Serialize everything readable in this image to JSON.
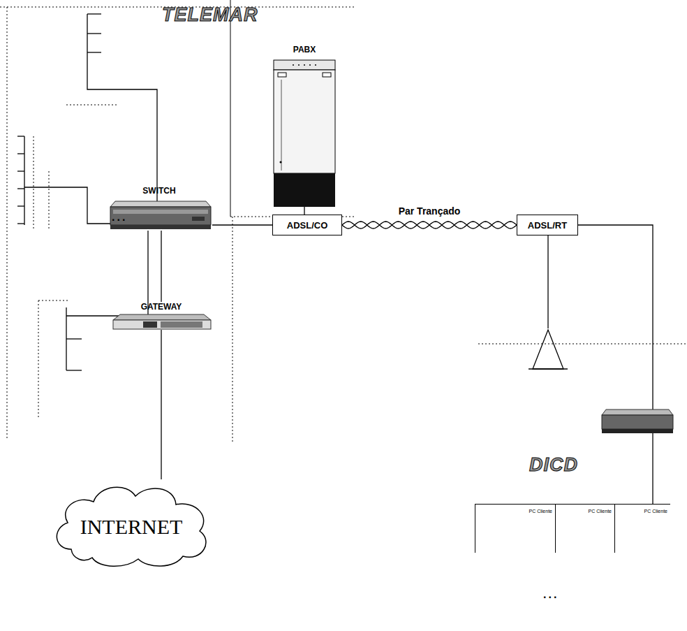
{
  "diagram": {
    "nodes": [
      {
        "text": [
          "PABX"
        ]
      },
      {
        "text": [
          "SWITCH"
        ]
      },
      {
        "text": [
          "GATEWAY"
        ]
      },
      {
        "text": [
          "INTERNET"
        ]
      },
      {
        "text": [
          "ADSL/CO"
        ]
      },
      {
        "text": [
          "ADSL/RT"
        ]
      },
      {
        "text": [
          "PC Cliente"
        ]
      },
      {
        "text": [
          "PC Cliente"
        ]
      },
      {
        "text": [
          "PC Cliente"
        ]
      }
    ],
    "edges": [
      {
        "from": 0,
        "to": 4,
        "arrow": "none"
      },
      {
        "from": 1,
        "to": 4,
        "arrow": "none"
      },
      {
        "from": 4,
        "to": 5,
        "label": "Par Trançado",
        "arrow": "none"
      },
      {
        "from": 1,
        "to": 2,
        "arrow": "none"
      },
      {
        "from": 2,
        "to": 3,
        "arrow": "none"
      }
    ],
    "labels": [
      "TELEMAR",
      "DICD",
      "...",
      "..."
    ]
  }
}
